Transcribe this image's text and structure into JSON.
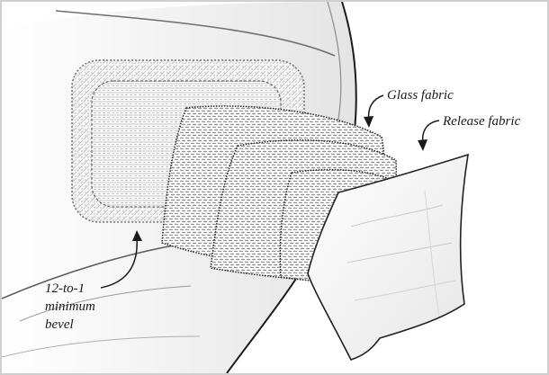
{
  "diagram": {
    "labels": {
      "glass_fabric": "Glass fabric",
      "release_fabric": "Release fabric",
      "bevel_line1": "12-to-1",
      "bevel_line2": "minimum",
      "bevel_line3": "bevel"
    },
    "colors": {
      "ink": "#1a1a1a",
      "hull_shade": "#e9e9e9",
      "frame_border": "#cfcfcf"
    }
  }
}
